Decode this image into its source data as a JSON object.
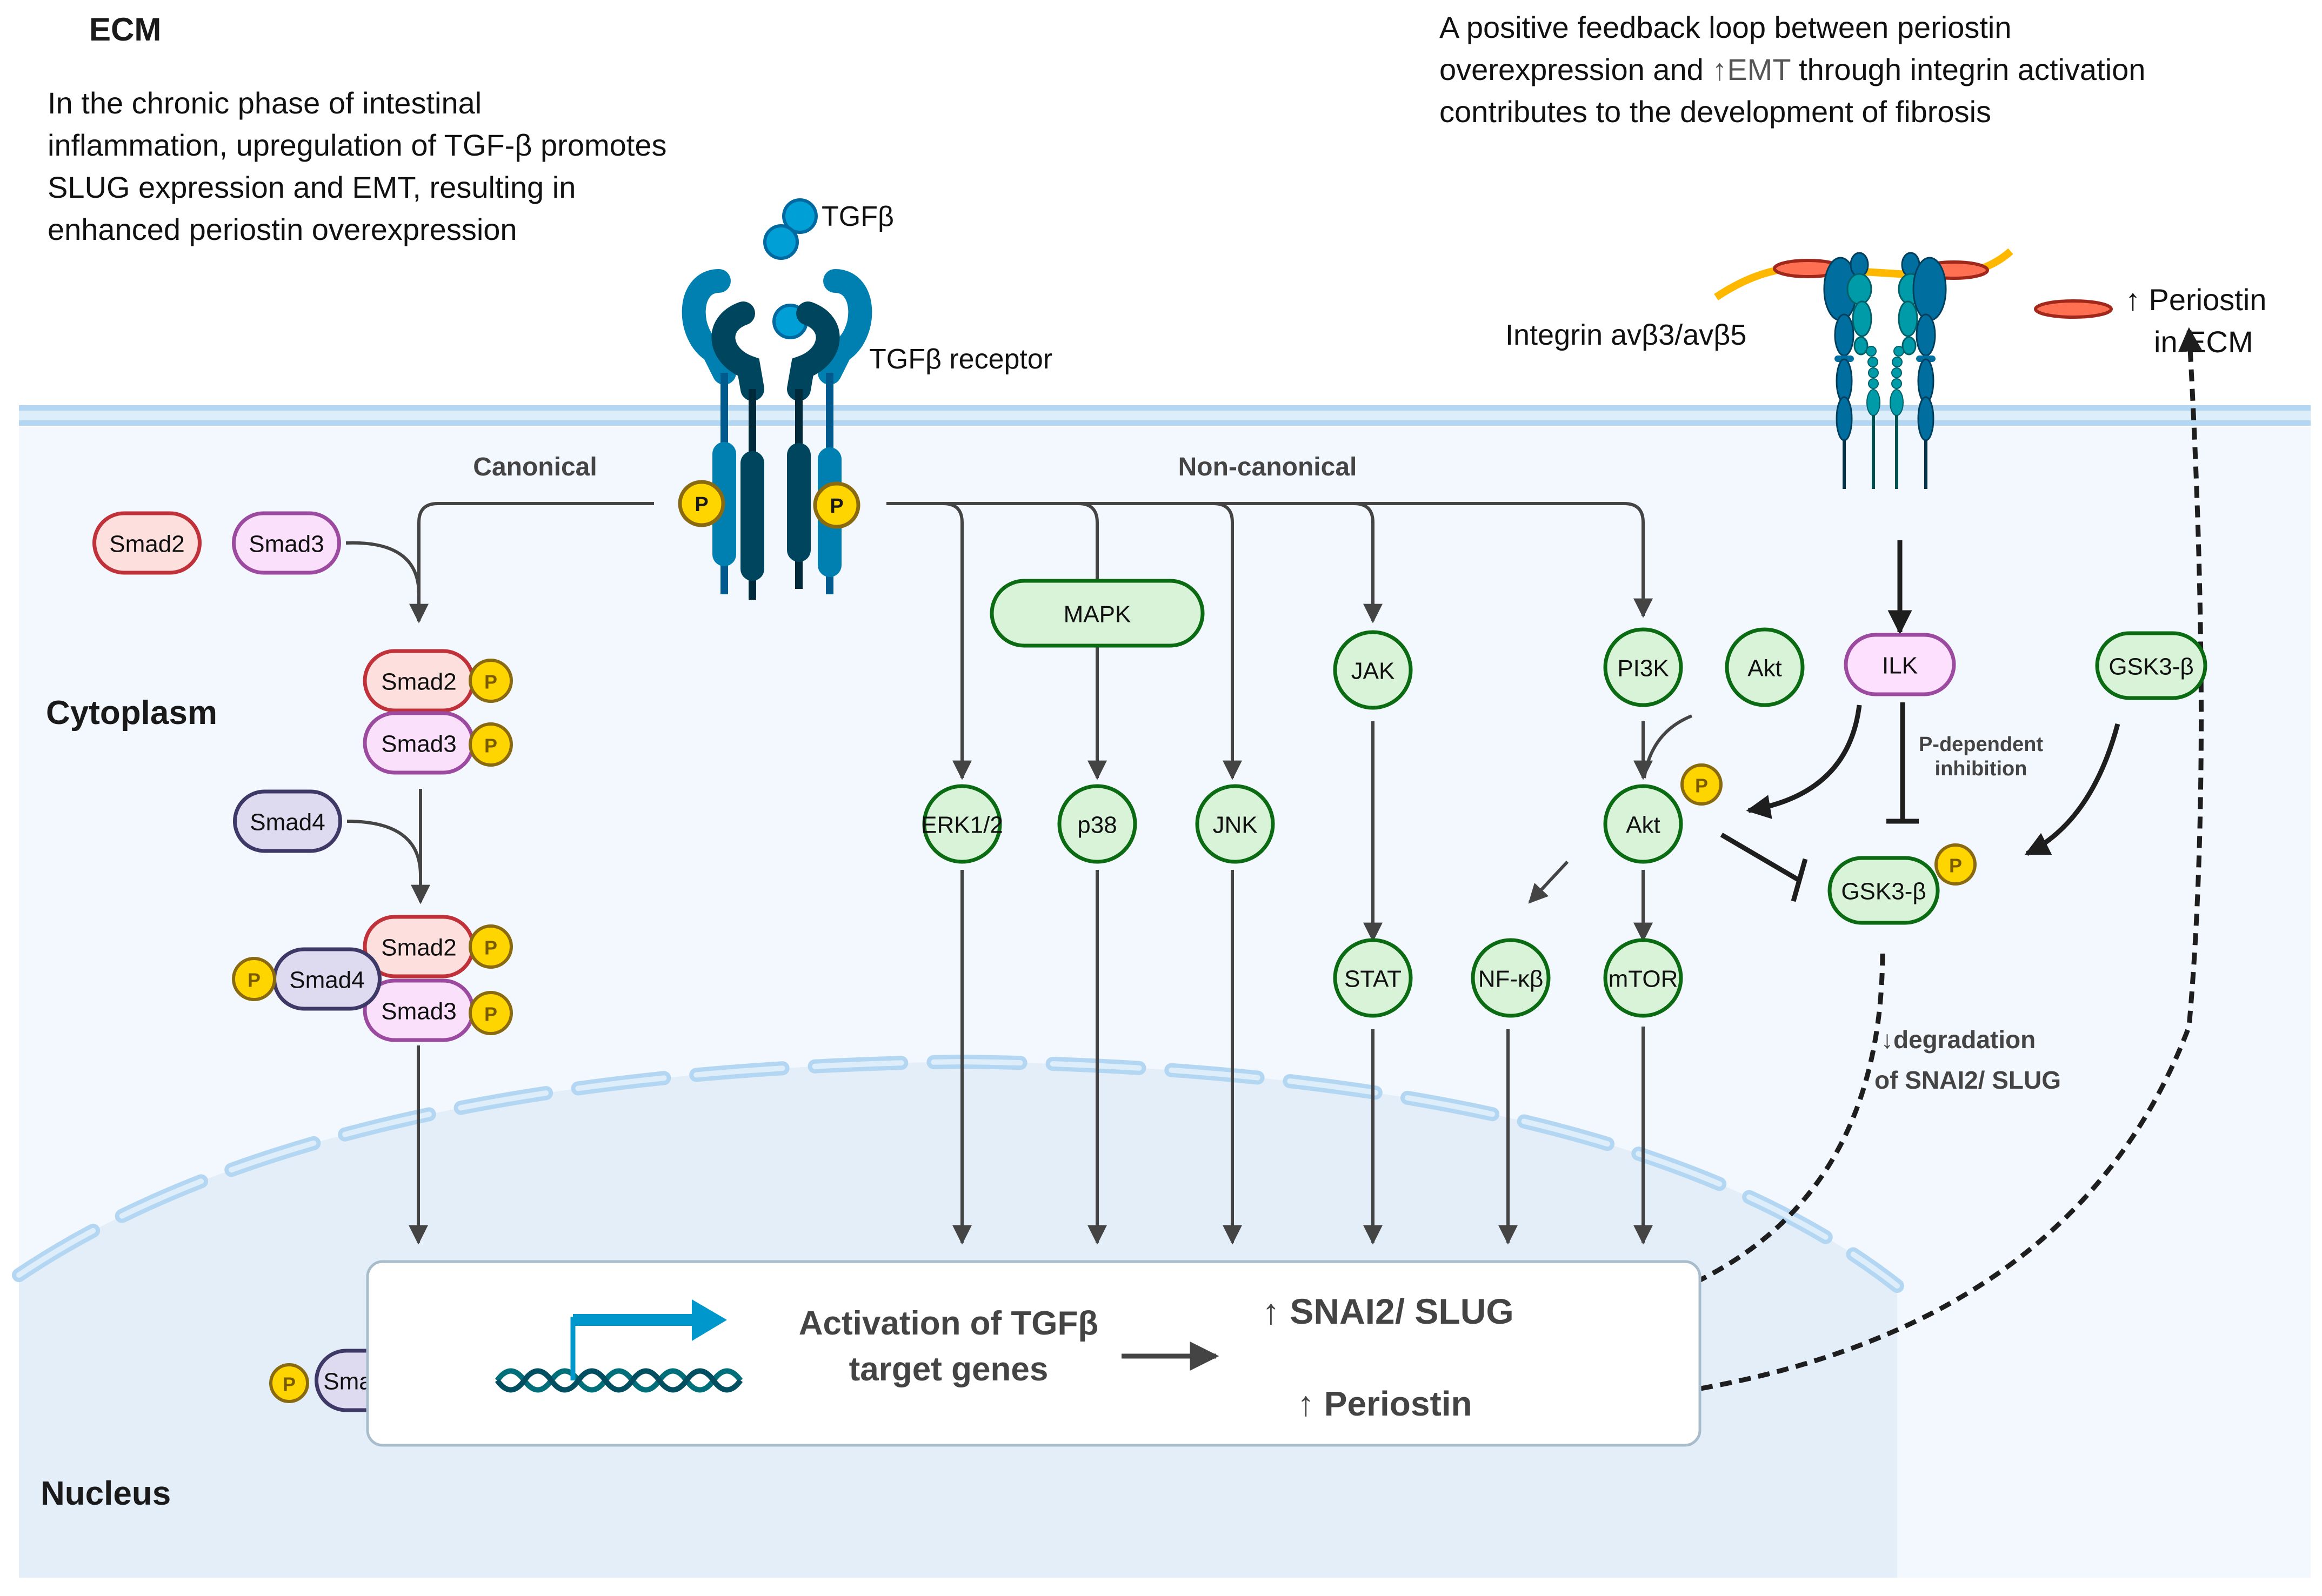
{
  "regions": {
    "ecm": "ECM",
    "cytoplasm": "Cytoplasm",
    "nucleus": "Nucleus"
  },
  "notes": {
    "left": [
      "In the chronic phase of intestinal",
      "inflammation, upregulation of TGF-β promotes",
      "SLUG expression and EMT, resulting in",
      "enhanced periostin overexpression"
    ],
    "right_line1": "A positive feedback loop between periostin",
    "right_line2_pre": "overexpression and ",
    "right_line2_emt": "↑EMT",
    "right_line2_post": " through integrin activation",
    "right_line3": "contributes to the development of fibrosis"
  },
  "ligand": {
    "label": "TGFβ"
  },
  "receptor": {
    "label": "TGFβ receptor"
  },
  "integrin": {
    "label": "Integrin avβ3/avβ5"
  },
  "periostin_ecm": {
    "line1": "↑ Periostin",
    "line2": "in ECM"
  },
  "pathways": {
    "canonical": "Canonical",
    "non_canonical": "Non-canonical"
  },
  "phospho": "P",
  "proteins": {
    "smad2": "Smad2",
    "smad3": "Smad3",
    "smad4": "Smad4",
    "mapk": "MAPK",
    "erk": "ERK1/2",
    "p38": "p38",
    "jnk": "JNK",
    "jak": "JAK",
    "stat": "STAT",
    "pi3k": "PI3K",
    "akt": "Akt",
    "nfkb": "NF-κβ",
    "mtor": "mTOR",
    "ilk": "ILK",
    "gsk3b": "GSK3-β"
  },
  "annotations": {
    "p_dependent_1": "P-dependent",
    "p_dependent_2": "inhibition",
    "degradation_1": "↓degradation",
    "degradation_2": "of SNAI2/ SLUG"
  },
  "nucleus_box": {
    "activation_1": "Activation of TGFβ",
    "activation_2": "target genes",
    "snai2": "↑ SNAI2/ SLUG",
    "periostin": "↑ Periostin"
  },
  "colors": {
    "green_fill": "#d8f3d8",
    "green_stroke": "#0b6b12",
    "smad2_fill": "#fde0de",
    "smad2_stroke": "#c0313a",
    "smad3_fill": "#fbe0fb",
    "smad3_stroke": "#9b4aa0",
    "smad4_fill": "#dedaf0",
    "smad4_stroke": "#3d3866",
    "ilk_fill": "#fde0fd",
    "ilk_stroke": "#9b4aa0",
    "phospho_fill": "#ffd500",
    "phospho_stroke": "#8a6a10",
    "membrane": "#b3d6f2",
    "cytoplasm_bg": "#f3f7fe",
    "nucleus_bg": "#e3eef9",
    "periostin_fill": "#ff7052",
    "periostin_stroke": "#a0271a",
    "fiber": "#ffb800"
  }
}
